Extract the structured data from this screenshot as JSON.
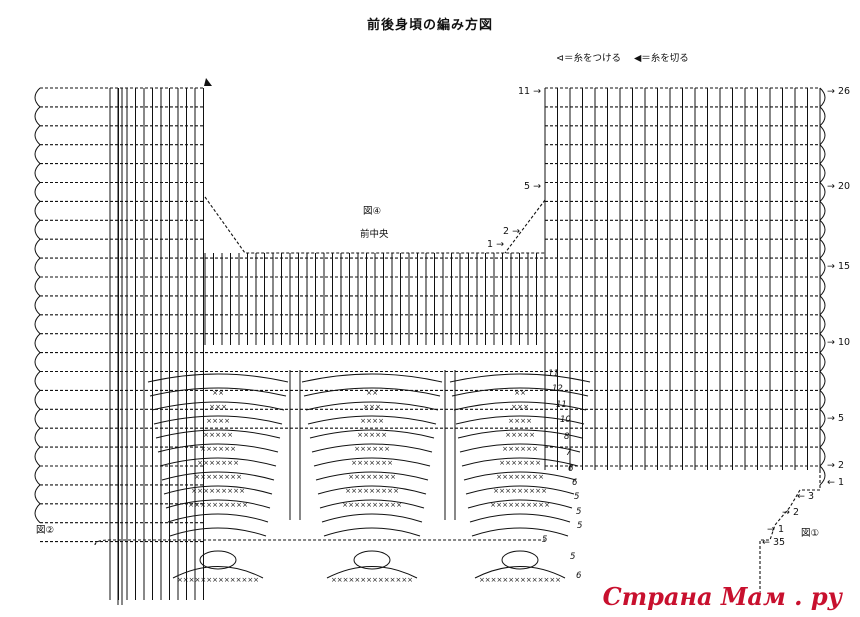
{
  "title": "前後身頃の編み方図",
  "legend": {
    "attach": "⊲＝糸をつける",
    "cut": "◀＝糸を切る"
  },
  "labels": {
    "fig4": "図④",
    "center_front": "前中央",
    "fig2": "図②",
    "fig1": "図①"
  },
  "right_rows": [
    "26",
    "20",
    "15",
    "10",
    "5",
    "2",
    "1",
    "3",
    "2",
    "1",
    "35"
  ],
  "left_rows": [
    "11",
    "5",
    "2",
    "1"
  ],
  "pattern_rows": [
    "11",
    "12",
    "11",
    "10",
    "8",
    "7",
    "6",
    "6",
    "5",
    "5",
    "5",
    "5",
    "5",
    "6"
  ],
  "watermark": "Страна Мам . ру",
  "colors": {
    "ink": "#111111",
    "watermark": "#c8102e"
  }
}
